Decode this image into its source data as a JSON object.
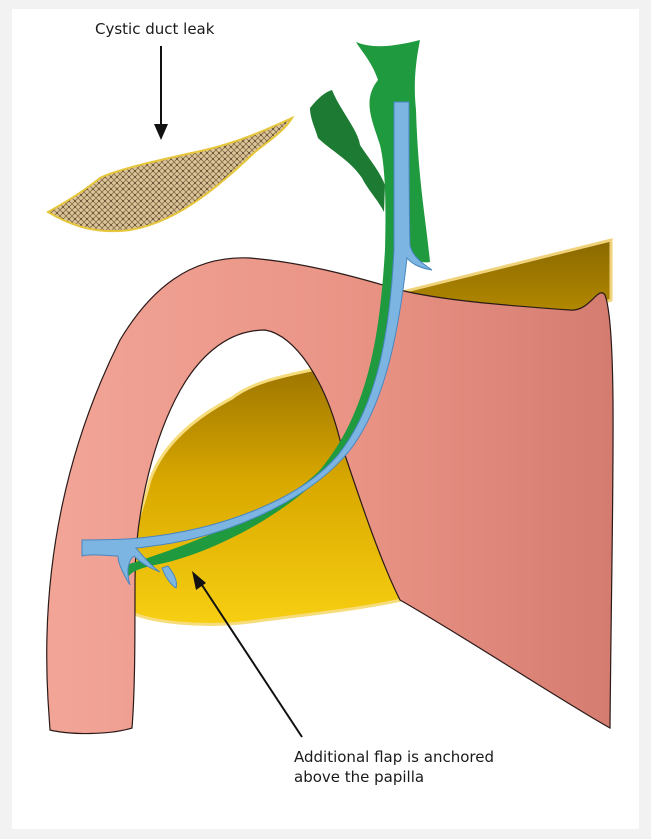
{
  "labels": {
    "cystic_duct_leak": "Cystic duct leak",
    "flap_line1": "Additional flap is anchored",
    "flap_line2": "above the papilla"
  },
  "colors": {
    "duodenum": "#ee9d90",
    "duodenum_shadow": "#d9857a",
    "pancreas": "#f3c514",
    "pancreas_dark": "#b58a00",
    "bile_duct": "#1f9a3e",
    "bile_duct_dark": "#1a7a32",
    "stent": "#7cb5e2",
    "stent_edge": "#4a86c0",
    "leak": "#d8c39a"
  }
}
